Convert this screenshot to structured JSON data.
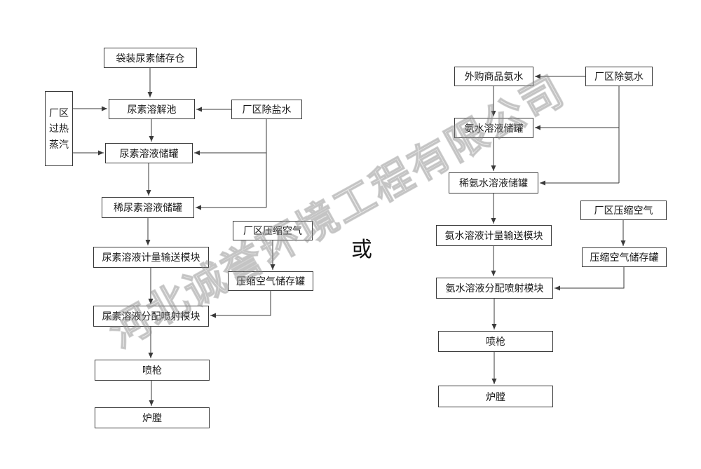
{
  "watermark": "河北诚誉环境工程有限公司",
  "or_label": "或",
  "left_flow": {
    "silo": "袋装尿素储存仓",
    "steam": "厂区过热蒸汽",
    "dissolve_pool": "尿素溶解池",
    "desalted_water": "厂区除盐水",
    "solution_tank": "尿素溶液储罐",
    "dilute_tank": "稀尿素溶液储罐",
    "metering_module": "尿素溶液计量输送模块",
    "compressed_air": "厂区压缩空气",
    "air_tank": "压缩空气储存罐",
    "injection_module": "尿素溶液分配喷射模块",
    "spray_gun": "喷枪",
    "furnace": "炉膛"
  },
  "right_flow": {
    "purchased_ammonia": "外购商品氨水",
    "deammonia_water": "厂区除氨水",
    "solution_tank": "氨水溶液储罐",
    "dilute_tank": "稀氨水溶液储罐",
    "metering_module": "氨水溶液计量输送模块",
    "compressed_air": "厂区压缩空气",
    "air_tank": "压缩空气储存罐",
    "injection_module": "氨水溶液分配喷射模块",
    "spray_gun": "喷枪",
    "furnace": "炉膛"
  },
  "colors": {
    "box_border": "#3a3a3a",
    "line": "#3a3a3a",
    "watermark": "#8f8f8f",
    "background": "#ffffff"
  }
}
